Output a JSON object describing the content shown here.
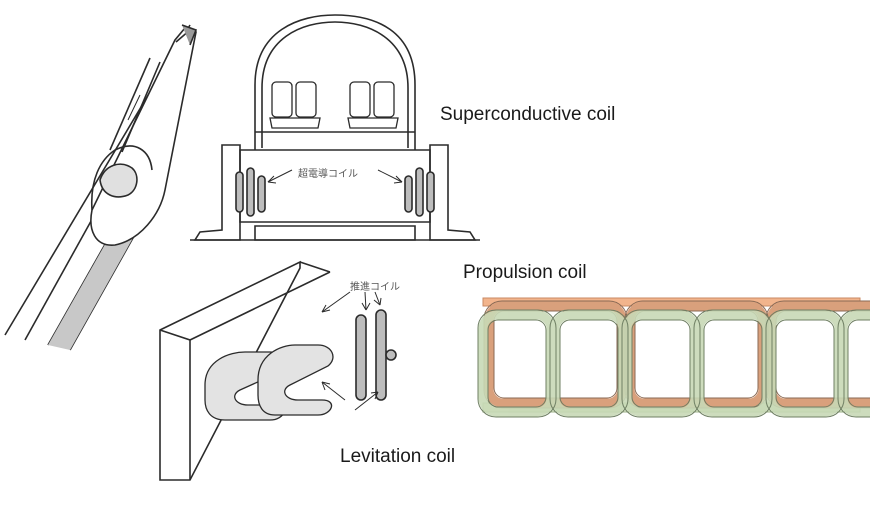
{
  "labels": {
    "superconductive": "Superconductive coil",
    "propulsion": "Propulsion coil",
    "levitation": "Levitation coil",
    "superconductive_jp": "超電導コイル",
    "propulsion_jp": "推進コイル"
  },
  "colors": {
    "line": "#2b2b2b",
    "shade": "#bdbdbd",
    "propulsion_fill": "#f2b48c",
    "propulsion_stroke": "#c98a63",
    "levitation_fill": "#d9e6c9",
    "levitation_stroke": "#9eb38a"
  }
}
